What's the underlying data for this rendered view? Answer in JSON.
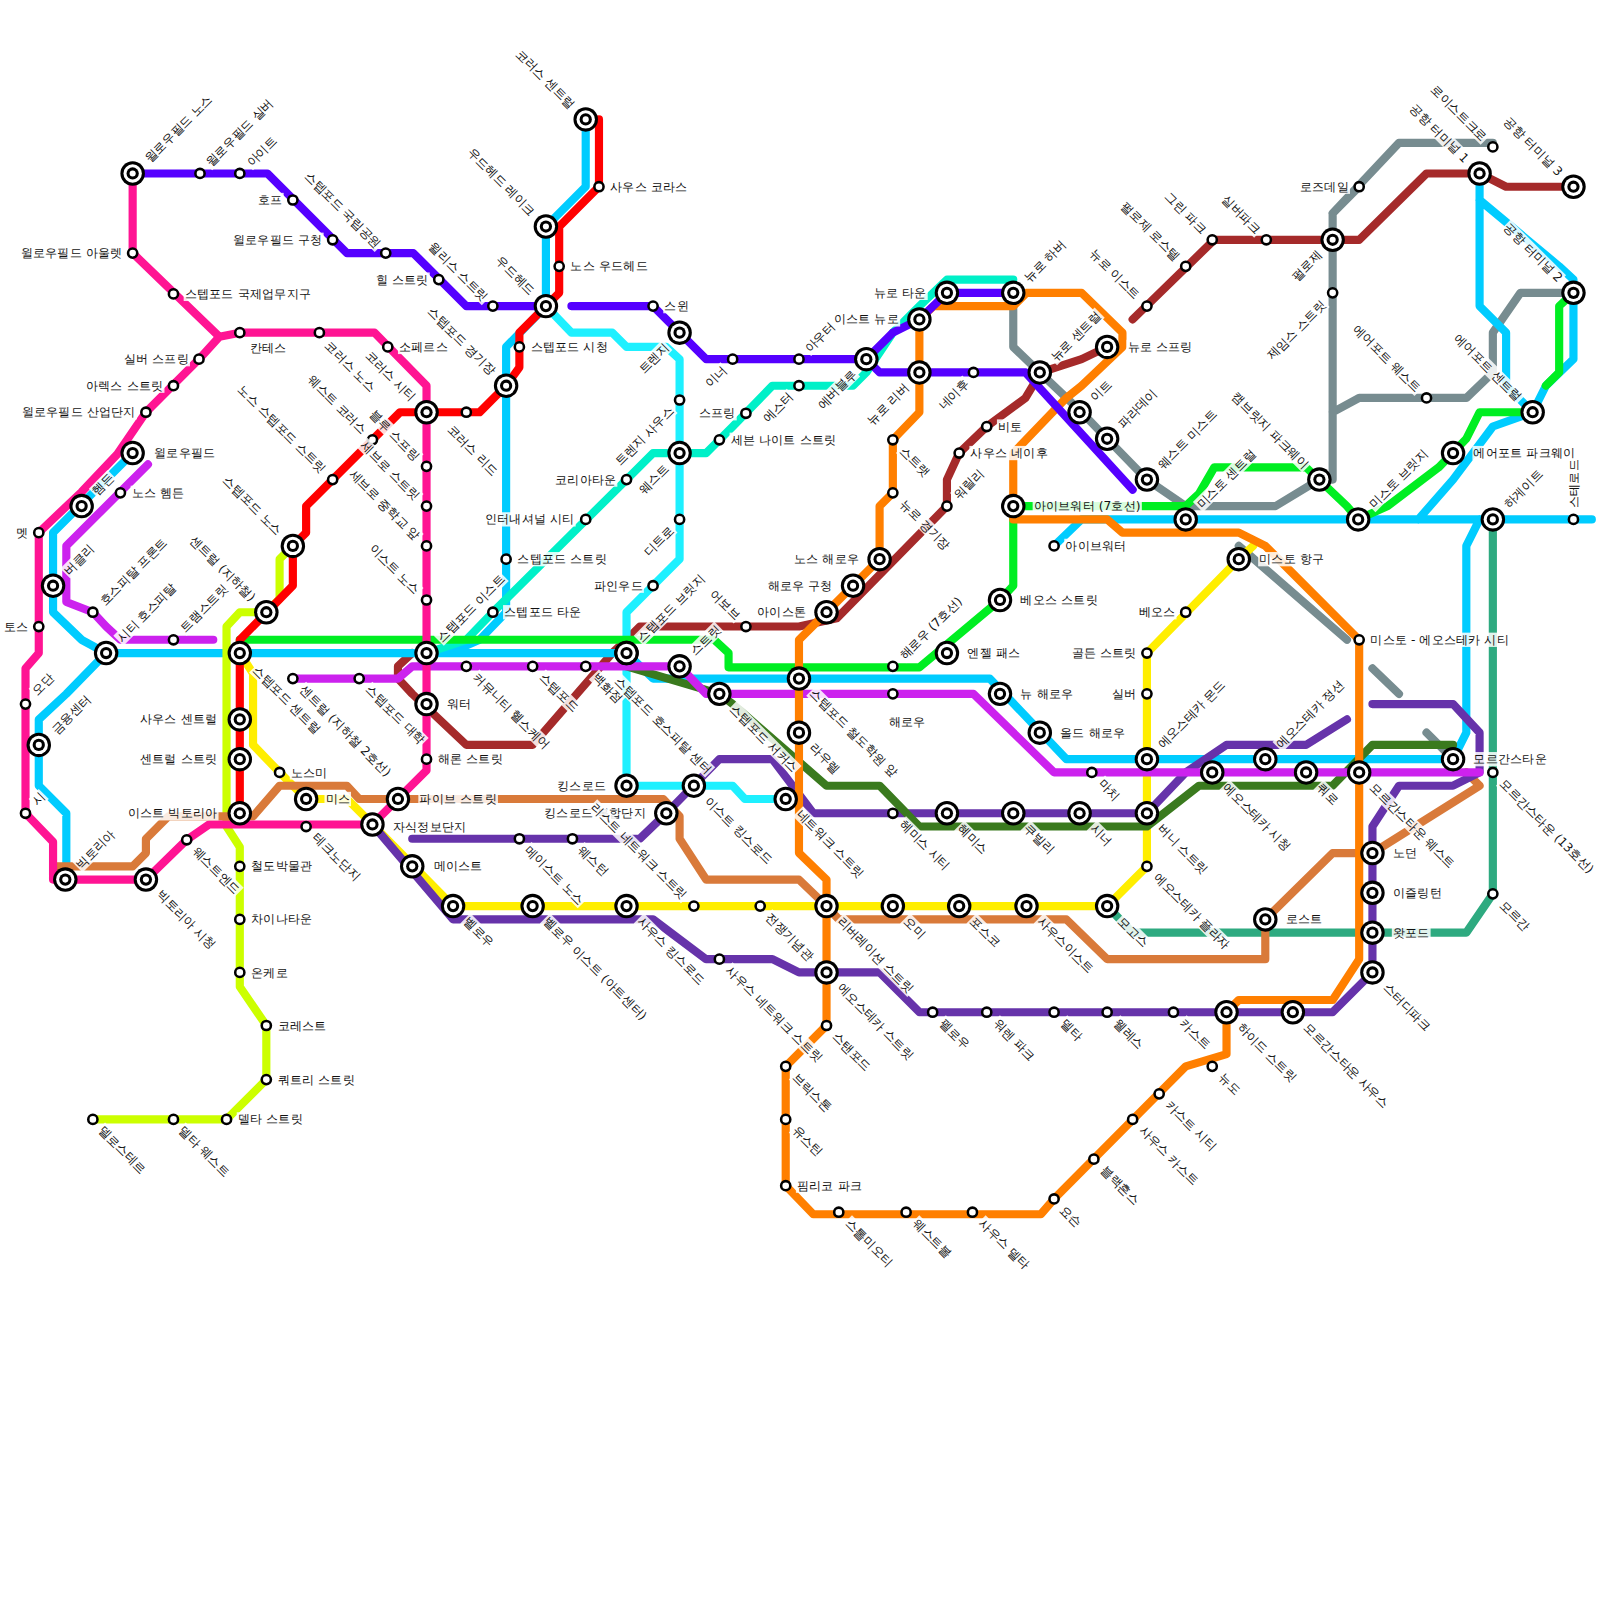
{
  "diagram": {
    "labels": [
      "코러스 센트럴",
      "사우스 코라스",
      "우드헤드 레이크",
      "노스 우드헤드",
      "우드헤드",
      "윌로우필드 노스",
      "윌로우필드 실버",
      "아이트",
      "호프",
      "스텝포드 국립공원",
      "윌로우필드 구청",
      "윌로우필드 아울렛",
      "힐 스트릿",
      "윌리스 스트릿",
      "스텝포드 국제업무지구",
      "스윈",
      "스텝포드 시청",
      "스텝포드 경기장",
      "칸테스",
      "코러스 노스",
      "소페르스",
      "실버 스프링",
      "아렉스 스트릿",
      "윌로우필드 산업단지",
      "코러스 시티",
      "코러스 리드",
      "웨스트 코러스",
      "블루 스프링",
      "윌로우필드",
      "노스 스텝포드 스트릿",
      "세브로 스트릿",
      "헴든",
      "노스 헴든",
      "인터내셔널 시티",
      "스텝포드 노스",
      "세브로 중학교 앞",
      "멧",
      "스텝포드 스트릿",
      "센트럴 (지하철)",
      "버클리",
      "호스피탈 프론트",
      "시티 호스피탈",
      "트램스트릿",
      "이스트 노스",
      "스텝포드 이스트",
      "파인우드",
      "스텝포드 타운",
      "토스",
      "스텝포드 센트럴",
      "센트럴 (지하철 2호선)",
      "스텝포드 대학",
      "커뮤니티 헬스케어",
      "스텝포드",
      "백화점",
      "워터",
      "해론 스트릿",
      "오단",
      "금융센터",
      "시",
      "빅토리아",
      "빅토리아 시청",
      "웨스트엔드",
      "사우스 센트럴",
      "센트럴 스트릿",
      "이스트 빅토리아",
      "노스미",
      "미스",
      "테크노단지",
      "파이브 스트릿",
      "자식정보단지",
      "메이스트",
      "철도박물관",
      "차이나타운",
      "온케로",
      "코레스트",
      "쿼트리 스트릿",
      "델타 스트릿",
      "델로스테르",
      "델타 웨스트",
      "벨로우",
      "벨로우 이스트 (아트센터)",
      "메이스트 노스",
      "웨스턴",
      "사우스 킹스로드",
      "킹스로드 복합단지",
      "킹스로드",
      "리스트 네트워크 스트릿",
      "사우스 네트워크 스트릿",
      "전쟁기념관",
      "이스트 킹스로드",
      "네트워크 스트릿",
      "리버레이션 스트릿",
      "에오스테카 스트릿",
      "스탠포드",
      "브릭스톤",
      "유스틴",
      "핌리코 파크",
      "스톨미오티",
      "웨스트볼",
      "사우스 델타",
      "요슨",
      "블랙혼스",
      "사우스 카스트",
      "카스트 시티",
      "뉴도",
      "하이드 스트릿",
      "모르간스타운 사우스",
      "카스트",
      "웰레스",
      "델타",
      "워렌 파크",
      "펠로우",
      "오미",
      "포스코",
      "사우스이스트",
      "모고스",
      "에오스테카 플라자",
      "로스트",
      "왓포드",
      "스터디파크",
      "이즐링턴",
      "노던",
      "모르간스타운 웨스트",
      "모르간",
      "모르간스타운 (13호선)",
      "모르간스타운",
      "쿼로",
      "에오스테카 정션",
      "에오스테카 시청",
      "에오스테카 몬드",
      "미스토 - 에오스테카 시티",
      "마치",
      "버니 스트릿",
      "시너",
      "쿠빌리",
      "혜미스",
      "헤미스 시티",
      "스텝포드 철도학원 앞",
      "라우렐",
      "스텝포드 서커스",
      "스텝포드 호스피탈 센터",
      "스텝포드 브릿지",
      "스트릿",
      "어보브",
      "아이스톤",
      "해로우 구청",
      "노스 해로우",
      "해로우 (7호선)",
      "해로우",
      "엔젤 패스",
      "뉴 해로우",
      "올드 해로우",
      "베오스 스트릿",
      "아이브워터",
      "아이브워터 (7호선)",
      "워릴리",
      "뉴로 경기장",
      "스트랫",
      "사우스 네이후",
      "비토",
      "뉴로 리버",
      "네이후",
      "이스트 뉴로",
      "뉴로 타운",
      "뉴로 하버",
      "에버블루",
      "아우터",
      "에스터",
      "이너",
      "스프링",
      "세븐 나이트 스트릿",
      "트렌지",
      "트렌지 사우스",
      "웨스트",
      "코리아타운",
      "디트로",
      "뉴로 이스트",
      "뉴로 센트럴",
      "뉴로 스프링",
      "이트",
      "파라데이",
      "웨스트 미스트",
      "미스토 센트럴",
      "캠브릿지 파크웨이",
      "미스토 브릿지",
      "에어포트 파크웨이",
      "에어포트 센트럴",
      "에어포트 웨스트",
      "제임스 스트릿",
      "펄로제",
      "실버파크",
      "그린 파크",
      "펄로제 로스텔",
      "로즈데일",
      "공항 터미널 1",
      "로이스트크로",
      "공항 터미널 3",
      "공항 터미널 2",
      "하게이트",
      "스테로드",
      "미스토 항구",
      "베오스",
      "골든 스트릿",
      "실버"
    ]
  }
}
